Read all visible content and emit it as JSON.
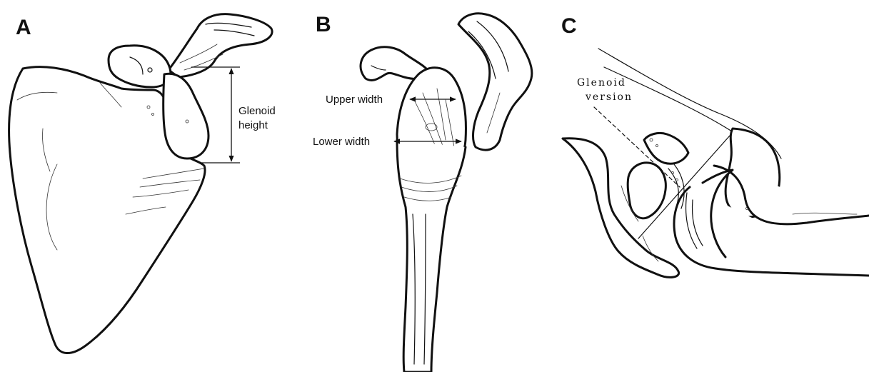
{
  "panels": [
    {
      "letter": "A",
      "labels": {
        "height_line1": "Glenoid",
        "height_line2": "height"
      }
    },
    {
      "letter": "B",
      "labels": {
        "upper": "Upper width",
        "lower": "Lower width"
      }
    },
    {
      "letter": "C",
      "labels": {
        "version_line1": "Glenoid",
        "version_line2": "version"
      }
    }
  ]
}
